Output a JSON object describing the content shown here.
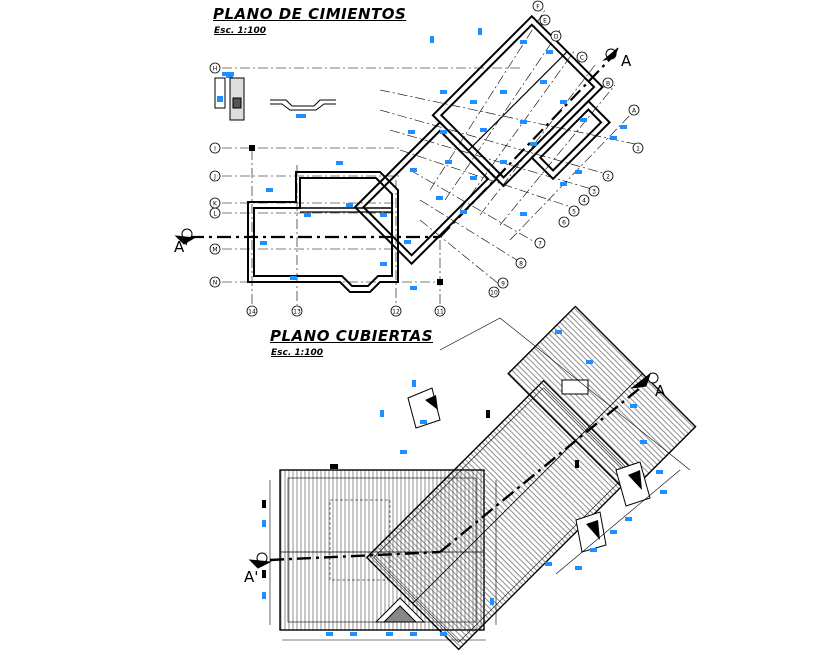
{
  "plans": {
    "foundation": {
      "title": "PLANO DE CIMIENTOS",
      "scale": "Esc. 1:100"
    },
    "roof": {
      "title": "PLANO CUBIERTAS",
      "scale": "Esc. 1:100"
    }
  },
  "section_marks": {
    "top_right": "A",
    "top_left": "A'",
    "roof_right": "A",
    "roof_left": "A'"
  },
  "axis_left": [
    "H",
    "I",
    "J",
    "K",
    "L",
    "M",
    "N"
  ],
  "axis_bottom": [
    "14",
    "13",
    "12",
    "11"
  ],
  "axis_diag_top": [
    "F",
    "E",
    "D",
    "C",
    "B",
    "A"
  ],
  "axis_diag_right": [
    "1",
    "2",
    "3",
    "4",
    "5",
    "6",
    "7",
    "8",
    "9",
    "10"
  ],
  "colors": {
    "line": "#000000",
    "dimension": "#1f8fff",
    "hatch": "#333333"
  }
}
